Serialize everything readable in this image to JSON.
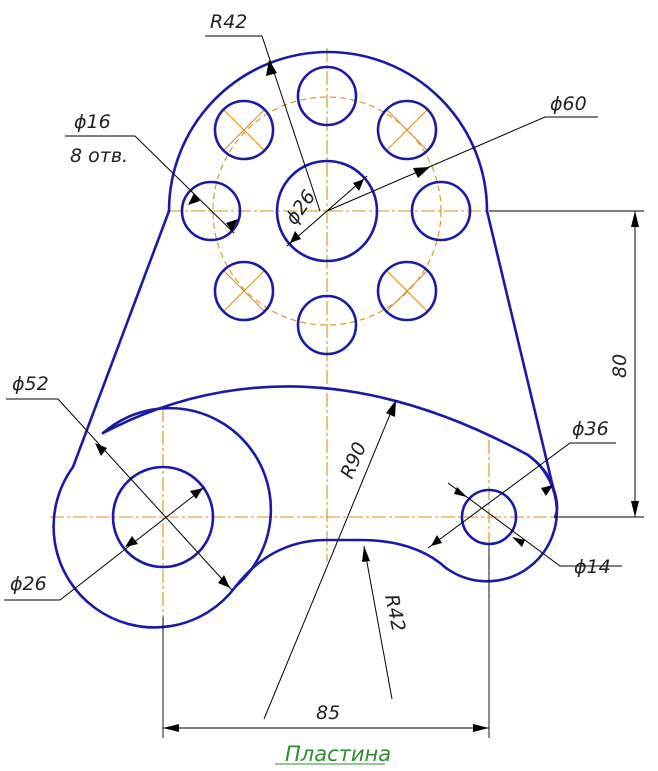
{
  "colors": {
    "outline": "#1a1aa6",
    "centerline": "#d9901a",
    "dimension": "#000000",
    "title": "#2e8b2e"
  },
  "labels": {
    "r42_top": "R42",
    "phi60": "ϕ60",
    "phi16": "ϕ16",
    "holes_count": "8 отв.",
    "phi26_center": "ϕ26",
    "dim80": "80",
    "phi52": "ϕ52",
    "r90": "R90",
    "phi36": "ϕ36",
    "phi26_left": "ϕ26",
    "phi14": "ϕ14",
    "r42_bottom": "R42",
    "dim85": "85"
  },
  "title": "Пластина"
}
